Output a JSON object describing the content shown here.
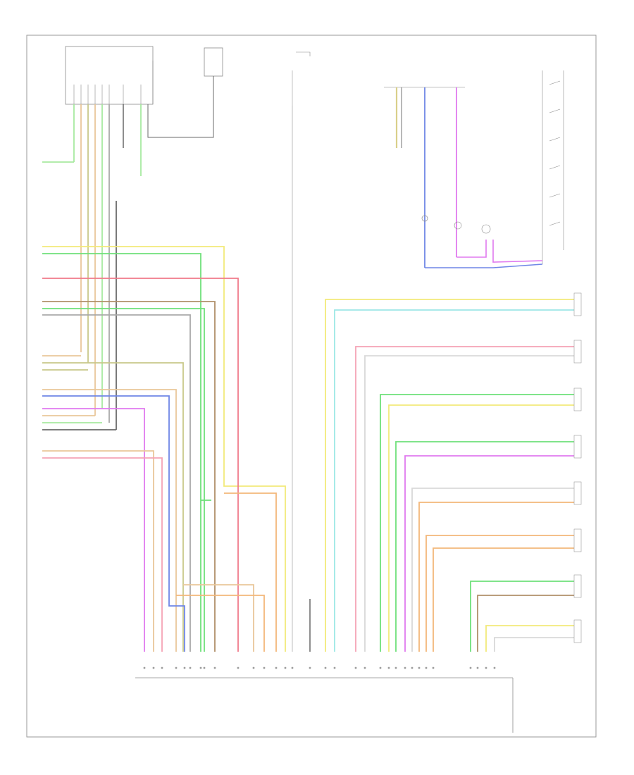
{
  "diagram": {
    "footer_code": "",
    "blocks": {
      "amp_top": {
        "lines": [
          "",
          "",
          "",
          ""
        ]
      },
      "relay_top": {
        "lines": [
          "",
          "",
          ""
        ]
      },
      "hot_at_all_times": {
        "lines": [
          "",
          ""
        ]
      },
      "fuse_block": {
        "lines": [
          "",
          "",
          ""
        ]
      },
      "steering_wheel": {
        "lines": [
          "",
          "",
          ""
        ]
      },
      "top_right_header": {
        "lines": [
          ""
        ]
      },
      "clockspring_note": {
        "lines": [
          "",
          "",
          "",
          ""
        ]
      },
      "radio_bottom": {
        "lines": [
          "",
          "",
          "",
          ""
        ]
      }
    },
    "speakers": [
      {
        "id": "spk1",
        "title": [
          "",
          ""
        ]
      },
      {
        "id": "spk2",
        "title": [
          "",
          ""
        ]
      },
      {
        "id": "spk3",
        "title": [
          "",
          ""
        ]
      },
      {
        "id": "spk4",
        "title": [
          "",
          ""
        ]
      },
      {
        "id": "spk5",
        "title": [
          "",
          ""
        ]
      },
      {
        "id": "spk6",
        "title": [
          "",
          ""
        ]
      },
      {
        "id": "spk7",
        "title": [
          "",
          ""
        ]
      },
      {
        "id": "spk8",
        "title": [
          "",
          ""
        ]
      }
    ],
    "wire_colors": {
      "yellow": "#f2ea7a",
      "green": "#6fe07a",
      "light_green": "#a8eaa0",
      "red": "#f07a8a",
      "pink": "#f5a3b5",
      "blue": "#6f86e6",
      "violet": "#e07aef",
      "tan": "#e9c79a",
      "orange": "#f3b77a",
      "cyan": "#9de8e6",
      "gray": "#a9a9a9",
      "olive": "#c8c88a",
      "brown": "#b0906a",
      "black": "#444444"
    }
  }
}
